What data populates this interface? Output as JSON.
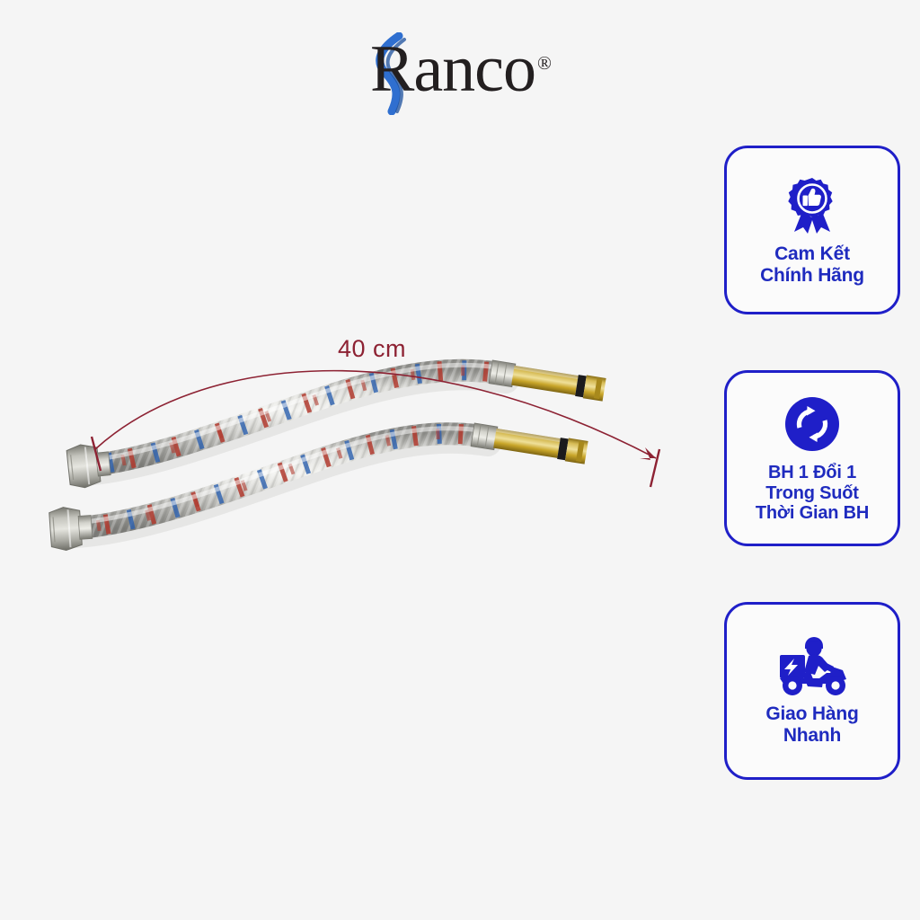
{
  "page": {
    "background_color": "#f5f5f5",
    "type": "product-marketing-image"
  },
  "logo": {
    "brand": "Ranco",
    "registered_mark": "®",
    "text_color": "#231f20",
    "swoosh_color": "#2f6fd0",
    "icon": "ranco-wave-swoosh"
  },
  "product": {
    "name": "braided-flexible-water-hose-pair",
    "count": 2,
    "braid_color": "#c9c9c7",
    "accent_thread_colors": [
      "#c0392b",
      "#2a5fae"
    ],
    "brass_color": "#c9a227",
    "nut_color": "#a9a9a4",
    "oring_color": "#17171a"
  },
  "dimension": {
    "label": "40 cm",
    "color": "#8d2233",
    "arc_color": "#8d2233",
    "marker_start_icon": "tick-mark",
    "marker_end_icon": "arrow-head"
  },
  "badges": [
    {
      "icon": "quality-medal-thumbs-up-icon",
      "lines": [
        "Cam Kết",
        "Chính Hãng"
      ],
      "border_color": "#1f1fc8",
      "text_color": "#1f2bbf"
    },
    {
      "icon": "exchange-cycle-arrows-icon",
      "lines": [
        "BH 1 Đổi 1",
        "Trong Suốt",
        "Thời Gian BH"
      ],
      "border_color": "#1f1fc8",
      "text_color": "#1f2bbf"
    },
    {
      "icon": "fast-delivery-scooter-icon",
      "lines": [
        "Giao Hàng",
        "Nhanh"
      ],
      "border_color": "#1f1fc8",
      "text_color": "#1f2bbf"
    }
  ]
}
